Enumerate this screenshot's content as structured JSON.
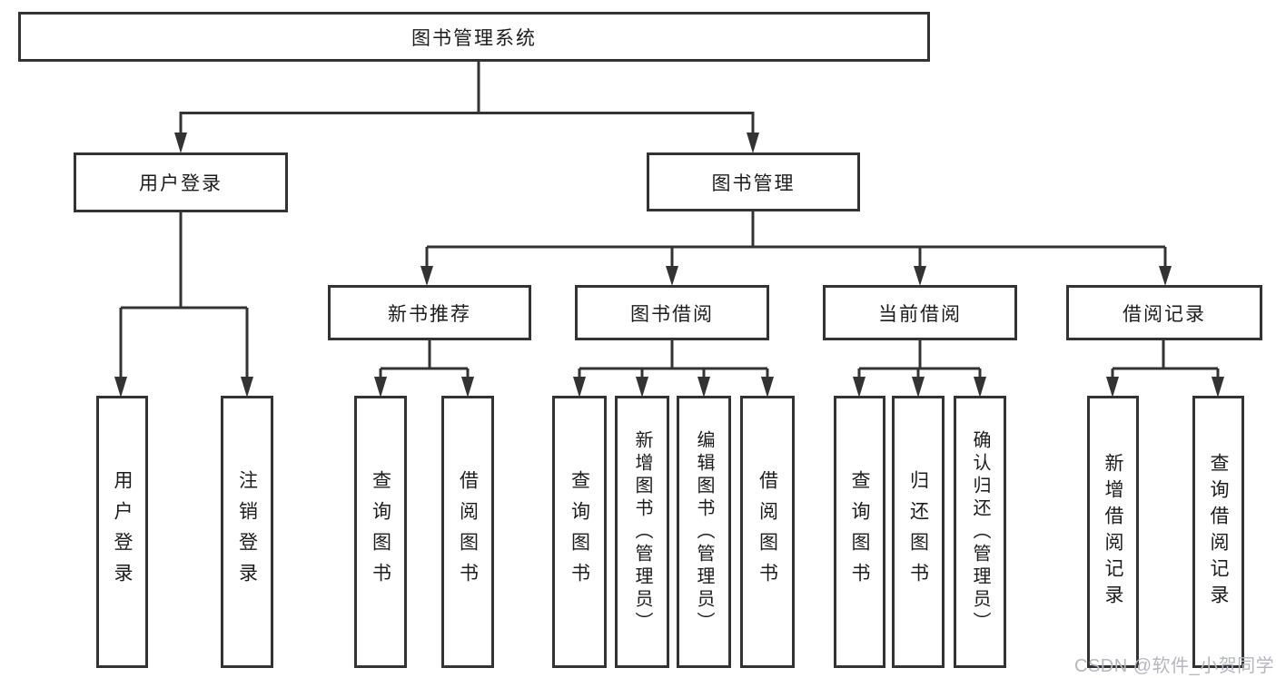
{
  "diagram": {
    "title": "图书管理系统",
    "root": {
      "label": "图书管理系统"
    },
    "level2": [
      {
        "label": "用户登录"
      },
      {
        "label": "图书管理"
      }
    ],
    "level3": [
      {
        "label": "新书推荐"
      },
      {
        "label": "图书借阅"
      },
      {
        "label": "当前借阅"
      },
      {
        "label": "借阅记录"
      }
    ],
    "leaves": {
      "user": [
        "用户登录",
        "注销登录"
      ],
      "recommend": [
        "查询图书",
        "借阅图书"
      ],
      "borrow": [
        "查询图书",
        "新增图书（管理员）",
        "编辑图书（管理员）",
        "借阅图书"
      ],
      "current": [
        "查询图书",
        "归还图书",
        "确认归还（管理员）"
      ],
      "records": [
        "新增借阅记录",
        "查询借阅记录"
      ]
    },
    "watermark": "CSDN @软件_小贺同学",
    "colors": {
      "line": "#333333",
      "text": "#1c1c1c",
      "background": "#ffffff",
      "watermark": "#b4b7bd"
    }
  }
}
